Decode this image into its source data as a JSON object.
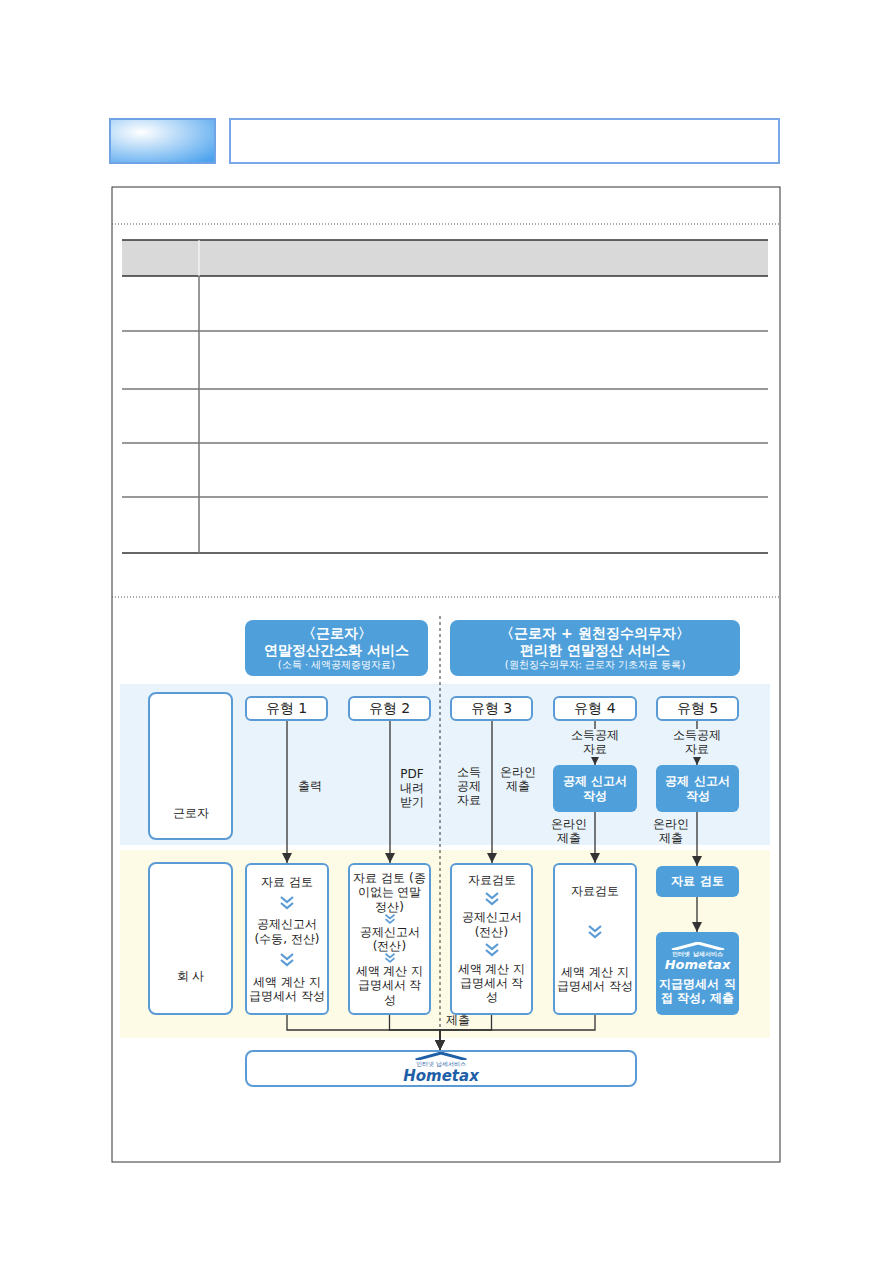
{
  "diagram": {
    "nodes": [
      {
        "text": [
          "〈근로자〉",
          "연말정산간소화 서비스",
          "(소득 · 세액공제증명자료)"
        ]
      },
      {
        "text": [
          "〈근로자 + 원천징수의무자〉",
          "편리한 연말정산 서비스",
          "(원천징수의무자: 근로자 기초자료 등록)"
        ]
      },
      {
        "text": [
          "근로자"
        ]
      },
      {
        "text": [
          "유형 1"
        ]
      },
      {
        "text": [
          "유형 2"
        ]
      },
      {
        "text": [
          "유형 3"
        ]
      },
      {
        "text": [
          "유형 4"
        ]
      },
      {
        "text": [
          "유형 5"
        ]
      },
      {
        "text": [
          "공제 신고서 작성"
        ]
      },
      {
        "text": [
          "공제 신고서 작성"
        ]
      },
      {
        "text": [
          "회 사"
        ]
      },
      {
        "text": [
          "자료 검토",
          "공제신고서 (수동, 전산)",
          "세액 계산 지급명세서 작성"
        ]
      },
      {
        "text": [
          "자료 검토 (종이없는 연말정산)",
          "공제신고서 (전산)",
          "세액 계산 지급명세서 작성"
        ]
      },
      {
        "text": [
          "자료검토",
          "공제신고서 (전산)",
          "세액 계산 지급명세서 작성"
        ]
      },
      {
        "text": [
          "자료검토",
          "세액 계산 지급명세서 작성"
        ]
      },
      {
        "text": [
          "자료 검토"
        ]
      },
      {
        "text": [
          "인터넷 납세서비스",
          "Hometax",
          "지급명세서 직접 작성, 제출"
        ]
      },
      {
        "text": [
          "인터넷 납세서비스",
          "Hometax"
        ]
      }
    ],
    "edges": [
      {
        "from": 3,
        "to": 11,
        "arrow": "to",
        "label": "출력"
      },
      {
        "from": 4,
        "to": 12,
        "arrow": "to",
        "label": "PDF 내려 받기"
      },
      {
        "from": 5,
        "to": 13,
        "arrow": "to",
        "label": "온라인 제출"
      },
      {
        "from": 6,
        "to": 8,
        "arrow": "to",
        "label": "소득공제 자료"
      },
      {
        "from": 7,
        "to": 9,
        "arrow": "to",
        "label": "소득공제 자료"
      },
      {
        "from": 8,
        "to": 14,
        "arrow": "to",
        "label": "온라인 제출"
      },
      {
        "from": 9,
        "to": 15,
        "arrow": "to",
        "label": "온라인 제출"
      },
      {
        "from": 15,
        "to": 16,
        "arrow": "to"
      },
      {
        "from": 11,
        "to": 17,
        "arrow": "to"
      },
      {
        "from": 12,
        "to": 17,
        "arrow": "to"
      },
      {
        "from": 13,
        "to": 17,
        "arrow": "to"
      },
      {
        "from": 14,
        "to": 17,
        "arrow": "to"
      }
    ],
    "labels": [
      "소득 공제 자료",
      "제출"
    ]
  }
}
